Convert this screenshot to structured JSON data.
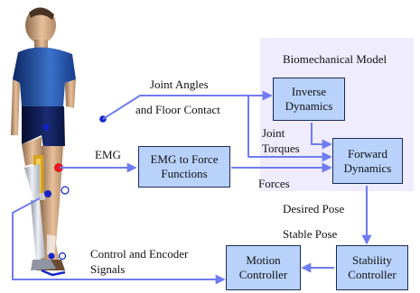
{
  "region": {
    "title": "Biomechanical Model"
  },
  "boxes": {
    "inverse": {
      "line1": "Inverse",
      "line2": "Dynamics"
    },
    "forward": {
      "line1": "Forward",
      "line2": "Dynamics"
    },
    "emg": {
      "line1": "EMG to Force",
      "line2": "Functions"
    },
    "motion": {
      "line1": "Motion",
      "line2": "Controller"
    },
    "stability": {
      "line1": "Stability",
      "line2": "Controller"
    }
  },
  "labels": {
    "joint_angles": "Joint Angles",
    "floor_contact": "and Floor Contact",
    "joint_torques_1": "Joint",
    "joint_torques_2": "Torques",
    "emg": "EMG",
    "forces": "Forces",
    "desired_pose": "Desired Pose",
    "stable_pose": "Stable Pose",
    "control_signals_1": "Control and Encoder",
    "control_signals_2": "Signals"
  },
  "colors": {
    "arrow": "#6f7cf0",
    "box_fill": "#b9d2fb",
    "region_fill": "#efecfd",
    "marker_red": "#e8171f",
    "marker_blue": "#1224c8"
  }
}
